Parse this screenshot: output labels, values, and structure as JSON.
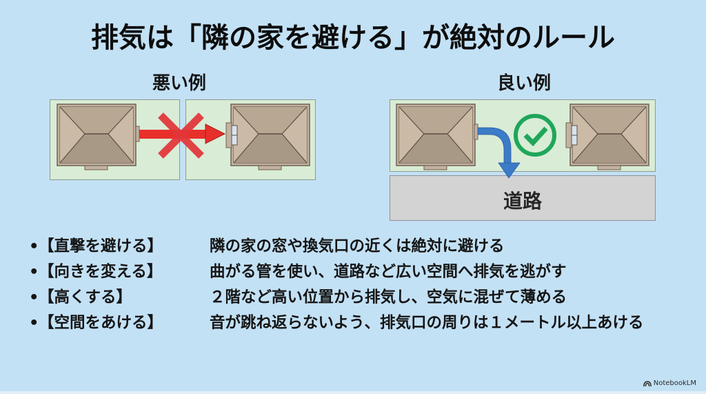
{
  "title": "排気は「隣の家を避ける」が絶対のルール",
  "bad_example": {
    "label": "悪い例",
    "arrow_color": "#e8302b",
    "cross_color": "#e2363a"
  },
  "good_example": {
    "label": "良い例",
    "arrow_color": "#3c7bc8",
    "check_color": "#1fa65a",
    "road_label": "道路"
  },
  "bullets": [
    {
      "tag": "【直撃を避ける】",
      "text": "隣の家の窓や換気口の近くは絶対に避ける"
    },
    {
      "tag": "【向きを変える】",
      "text": "曲がる管を使い、道路など広い空間へ排気を逃がす"
    },
    {
      "tag": "【高くする】",
      "text": "２階など高い位置から排気し、空気に混ぜて薄める"
    },
    {
      "tag": "【空間をあける】",
      "text": "音が跳ね返らないよう、排気口の周りは１メートル以上あける"
    }
  ],
  "bullet_marker": "•",
  "watermark": "NotebookLM",
  "colors": {
    "background": "#c3e1f5",
    "lot": "#d9ecd6",
    "roof_light": "#c8b7a2",
    "roof_dark": "#a89886",
    "road": "#d3d3d3"
  }
}
